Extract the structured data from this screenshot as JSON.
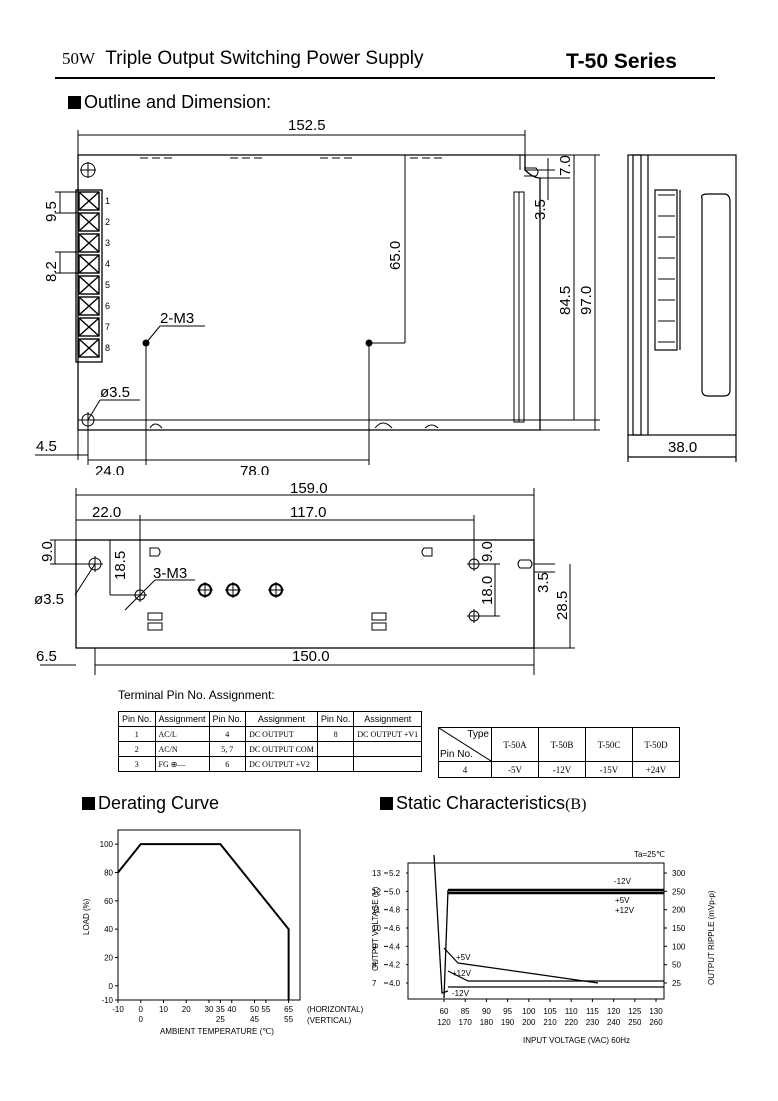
{
  "header": {
    "wattage": "50W",
    "title": "Triple Output Switching Power Supply",
    "series": "T-50 Series"
  },
  "outline": {
    "heading": "Outline and Dimension:",
    "top_view": {
      "dims": [
        "152.5",
        "7.0",
        "3.5",
        "9.5",
        "8.2",
        "65.0",
        "84.5",
        "97.0",
        "2-M3",
        "ø3.5",
        "4.5",
        "24.0",
        "78.0"
      ],
      "pins": [
        "1",
        "2",
        "3",
        "4",
        "5",
        "6",
        "7",
        "8"
      ]
    },
    "side_view": {
      "dims": [
        "38.0"
      ]
    },
    "bottom_view": {
      "dims": [
        "159.0",
        "22.0",
        "117.0",
        "9.0",
        "18.5",
        "3-M3",
        "ø3.5",
        "9.0",
        "18.0",
        "3.5",
        "28.5",
        "6.5",
        "150.0"
      ]
    }
  },
  "terminal": {
    "heading": "Terminal Pin No. Assignment:",
    "headers": [
      "Pin No.",
      "Assignment",
      "Pin No.",
      "Assignment",
      "Pin No.",
      "Assignment"
    ],
    "rows": [
      [
        "1",
        "AC/L",
        "4",
        "DC OUTPUT",
        "8",
        "DC OUTPUT +V1"
      ],
      [
        "2",
        "AC/N",
        "5, 7",
        "DC OUTPUT COM",
        "",
        ""
      ],
      [
        "3",
        "FG",
        "6",
        "DC OUTPUT +V2",
        "",
        ""
      ]
    ]
  },
  "type_table": {
    "corner_type": "Type",
    "corner_pin": "Pin No.",
    "types": [
      "T-50A",
      "T-50B",
      "T-50C",
      "T-50D"
    ],
    "pin": "4",
    "values": [
      "-5V",
      "-12V",
      "-15V",
      "+24V"
    ]
  },
  "derating": {
    "heading": "Derating Curve",
    "ylabel": "LOAD (%)",
    "xlabel": "AMBIENT TEMPERATURE (℃)",
    "h_label": "(HORIZONTAL)",
    "v_label": "(VERTICAL)",
    "chart_data": {
      "type": "line",
      "title": "Derating Curve",
      "ylabel": "LOAD (%)",
      "xlabel": "AMBIENT TEMPERATURE (℃)",
      "yticks": [
        "100",
        "80",
        "60",
        "40",
        "20",
        "0",
        "-10"
      ],
      "xticks_horizontal": [
        "-10",
        "0",
        "10",
        "20",
        "30",
        "35",
        "40",
        "50",
        "55",
        "65"
      ],
      "xticks_vertical": [
        "0",
        "25",
        "45",
        "55"
      ],
      "ylim": [
        -10,
        110
      ],
      "xlim": [
        -10,
        70
      ],
      "series": [
        {
          "x": [
            -10,
            0,
            35,
            65,
            65
          ],
          "y": [
            80,
            100,
            100,
            40,
            -10
          ]
        }
      ]
    }
  },
  "static": {
    "heading": "Static Characteristics",
    "heading_suffix": "(B)",
    "ta": "Ta=25℃",
    "ylabel_left": "OUTPUT VOLTAGE (V)",
    "ylabel_right": "OUTPUT RIPPLE (mVp-p)",
    "xlabel": "INPUT VOLTAGE (VAC) 60Hz",
    "chart_data": {
      "type": "line",
      "xlabel": "INPUT VOLTAGE (VAC) 60Hz",
      "ylabel": "OUTPUT VOLTAGE (V)",
      "ylabel_right": "OUTPUT RIPPLE (mVp-p)",
      "yticks_left_outer": [
        "13",
        "12",
        "11",
        "10",
        "9",
        "8",
        "7"
      ],
      "yticks_left_inner": [
        "5.2",
        "5.0",
        "4.8",
        "4.6",
        "4.4",
        "4.2",
        "4.0"
      ],
      "yticks_right": [
        "300",
        "250",
        "200",
        "150",
        "100",
        "50",
        "25"
      ],
      "xticks_top": [
        "60",
        "85",
        "90",
        "95",
        "100",
        "105",
        "110",
        "115",
        "120",
        "125",
        "130"
      ],
      "xticks_bottom": [
        "120",
        "170",
        "180",
        "190",
        "200",
        "210",
        "220",
        "230",
        "240",
        "250",
        "260"
      ],
      "series_labels": [
        "-12V",
        "+5V",
        "+12V",
        "+5V",
        "+12V",
        "-12V"
      ]
    }
  }
}
